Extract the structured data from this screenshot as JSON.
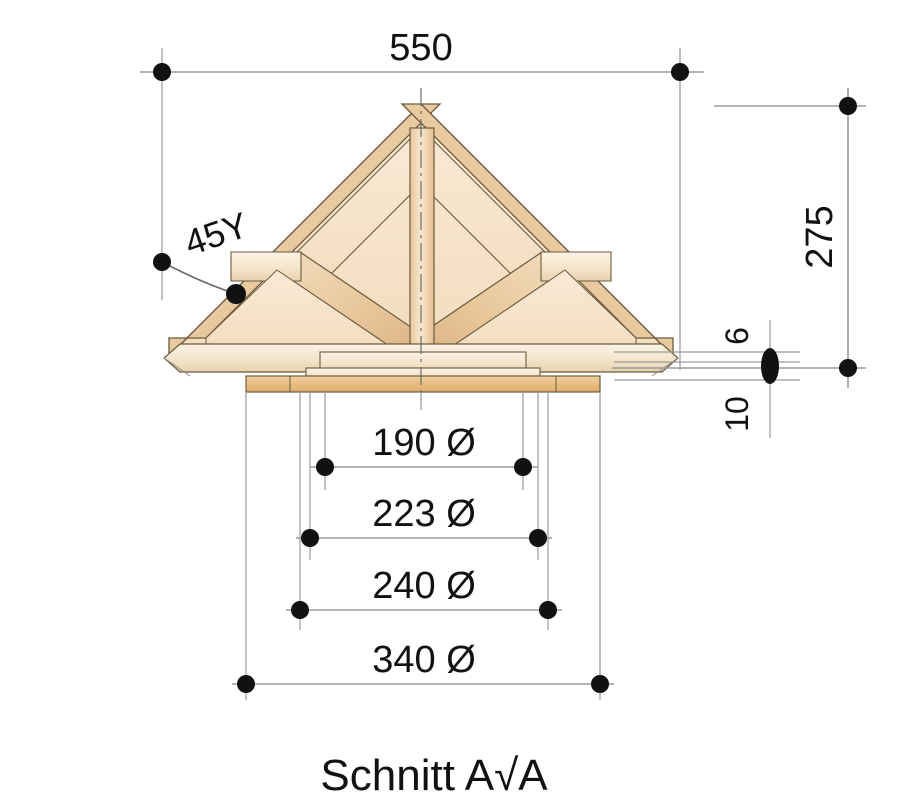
{
  "drawing": {
    "caption": "Schnitt A√A",
    "angle_label": "45Υ",
    "dimensions": {
      "overall_width": "550",
      "height": "275",
      "board_thickness_upper": "6",
      "board_thickness_lower": "10",
      "diameter_1": "190 Ø",
      "diameter_2": "223 Ø",
      "diameter_3": "240 Ø",
      "diameter_4": "340 Ø"
    },
    "colors": {
      "wood_light": "#f6e3cb",
      "wood_mid": "#eccfa8",
      "wood_dark": "#e0b684",
      "wood_pale": "#f7ecd9",
      "outline": "#6b5a3e",
      "dim_line": "#8a8a8a",
      "marker": "#111111",
      "background": "#ffffff"
    }
  }
}
